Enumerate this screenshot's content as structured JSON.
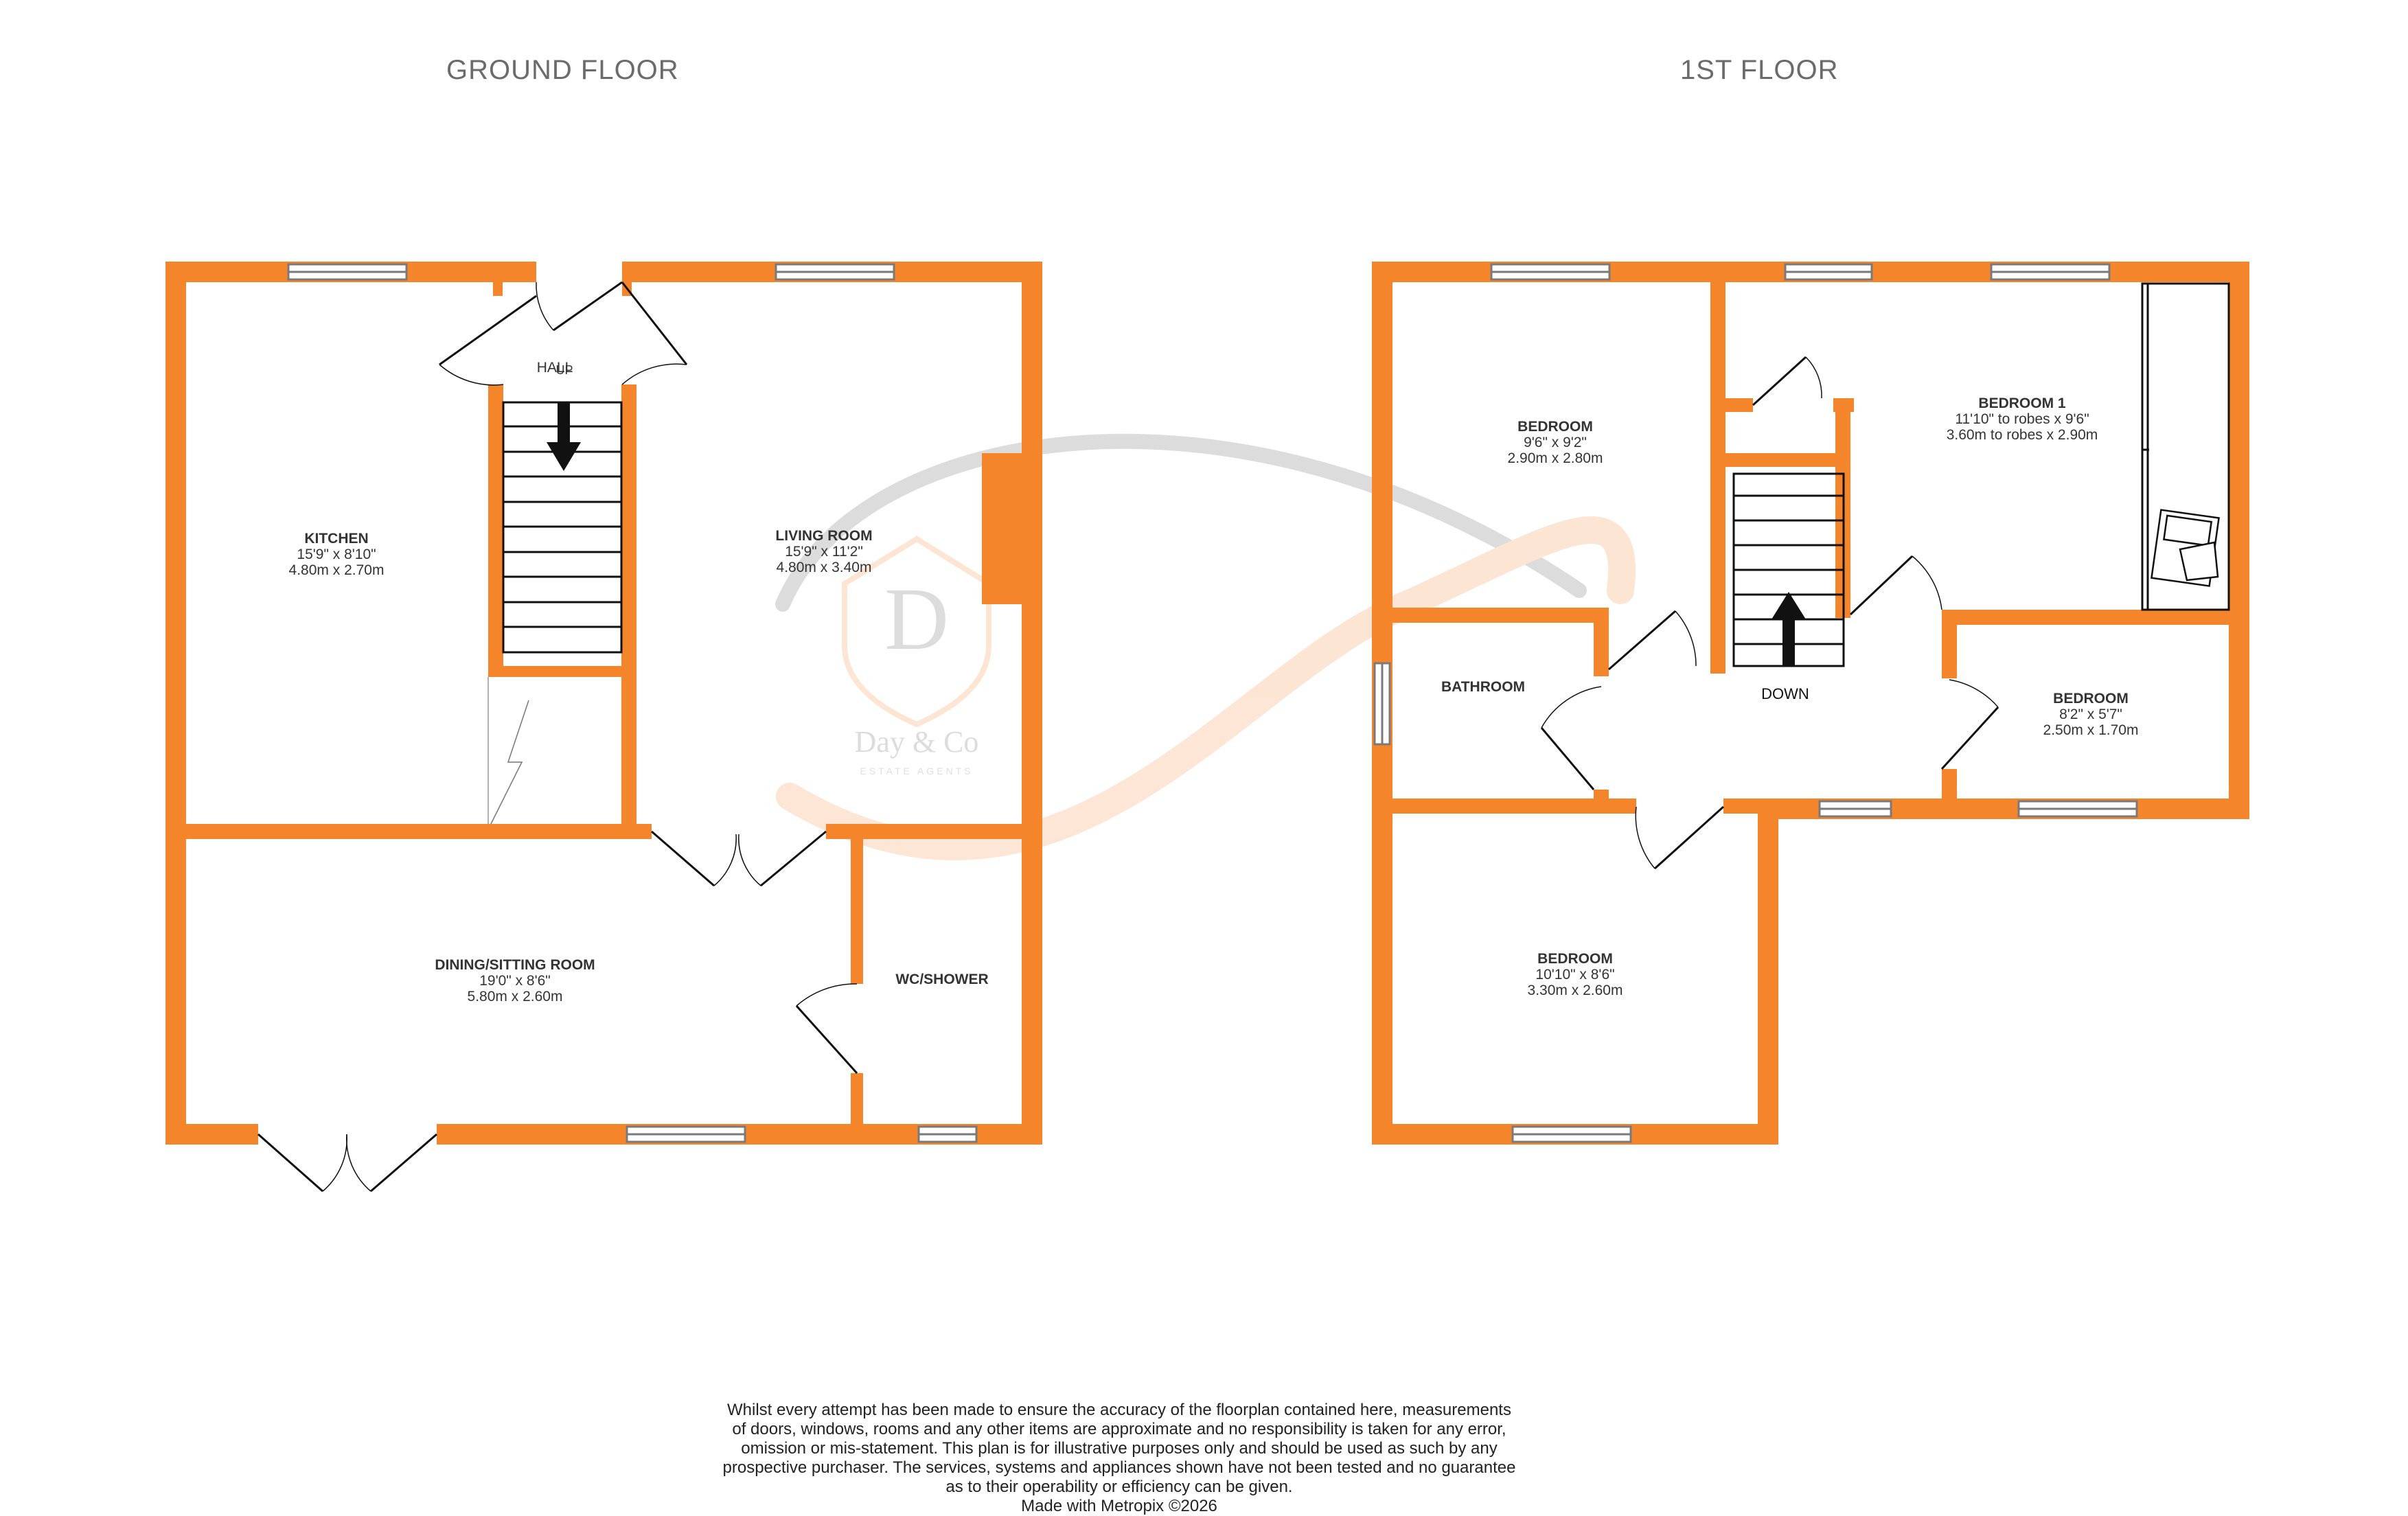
{
  "floors": {
    "ground": {
      "title": "GROUND FLOOR"
    },
    "first": {
      "title": "1ST FLOOR"
    }
  },
  "colors": {
    "wall": "#f5852a",
    "window": "#7a7a7a",
    "text": "#333333",
    "watermark": "#d9d9d9",
    "watermark_orange": "#fde3d0"
  },
  "rooms": {
    "kitchen": {
      "name": "KITCHEN",
      "imperial": "15'9\"  x 8'10\"",
      "metric": "4.80m  x 2.70m"
    },
    "living": {
      "name": "LIVING ROOM",
      "imperial": "15'9\"  x 11'2\"",
      "metric": "4.80m  x 3.40m"
    },
    "dining": {
      "name": "DINING/SITTING ROOM",
      "imperial": "19'0\"  x 8'6\"",
      "metric": "5.80m  x 2.60m"
    },
    "wc": {
      "name": "WC/SHOWER"
    },
    "hall": {
      "name": "HALL",
      "stairs": "UP"
    },
    "bed_a": {
      "name": "BEDROOM",
      "imperial": "9'6\"  x 9'2\"",
      "metric": "2.90m  x 2.80m"
    },
    "bed1": {
      "name": "BEDROOM 1",
      "imperial": "11'10\" to robes x 9'6\"",
      "metric": "3.60m to robes x 2.90m"
    },
    "bathroom": {
      "name": "BATHROOM"
    },
    "landing": {
      "stairs": "DOWN"
    },
    "bed_b": {
      "name": "BEDROOM",
      "imperial": "8'2\"  x 5'7\"",
      "metric": "2.50m  x 1.70m"
    },
    "bed_c": {
      "name": "BEDROOM",
      "imperial": "10'10\"  x 8'6\"",
      "metric": "3.30m  x 2.60m"
    }
  },
  "watermark": {
    "letter": "D",
    "brand": "Day & Co",
    "tagline": "ESTATE AGENTS"
  },
  "disclaimer": [
    "Whilst every attempt has been made to ensure the accuracy of the floorplan contained here, measurements",
    "of doors, windows, rooms and any other items are approximate and no responsibility is taken for any error,",
    "omission or mis-statement. This plan is for illustrative purposes only and should be used as such by any",
    "prospective purchaser. The services, systems and appliances shown have not been tested and no guarantee",
    "as to their operability or efficiency can be given.",
    "Made with Metropix ©2026"
  ]
}
